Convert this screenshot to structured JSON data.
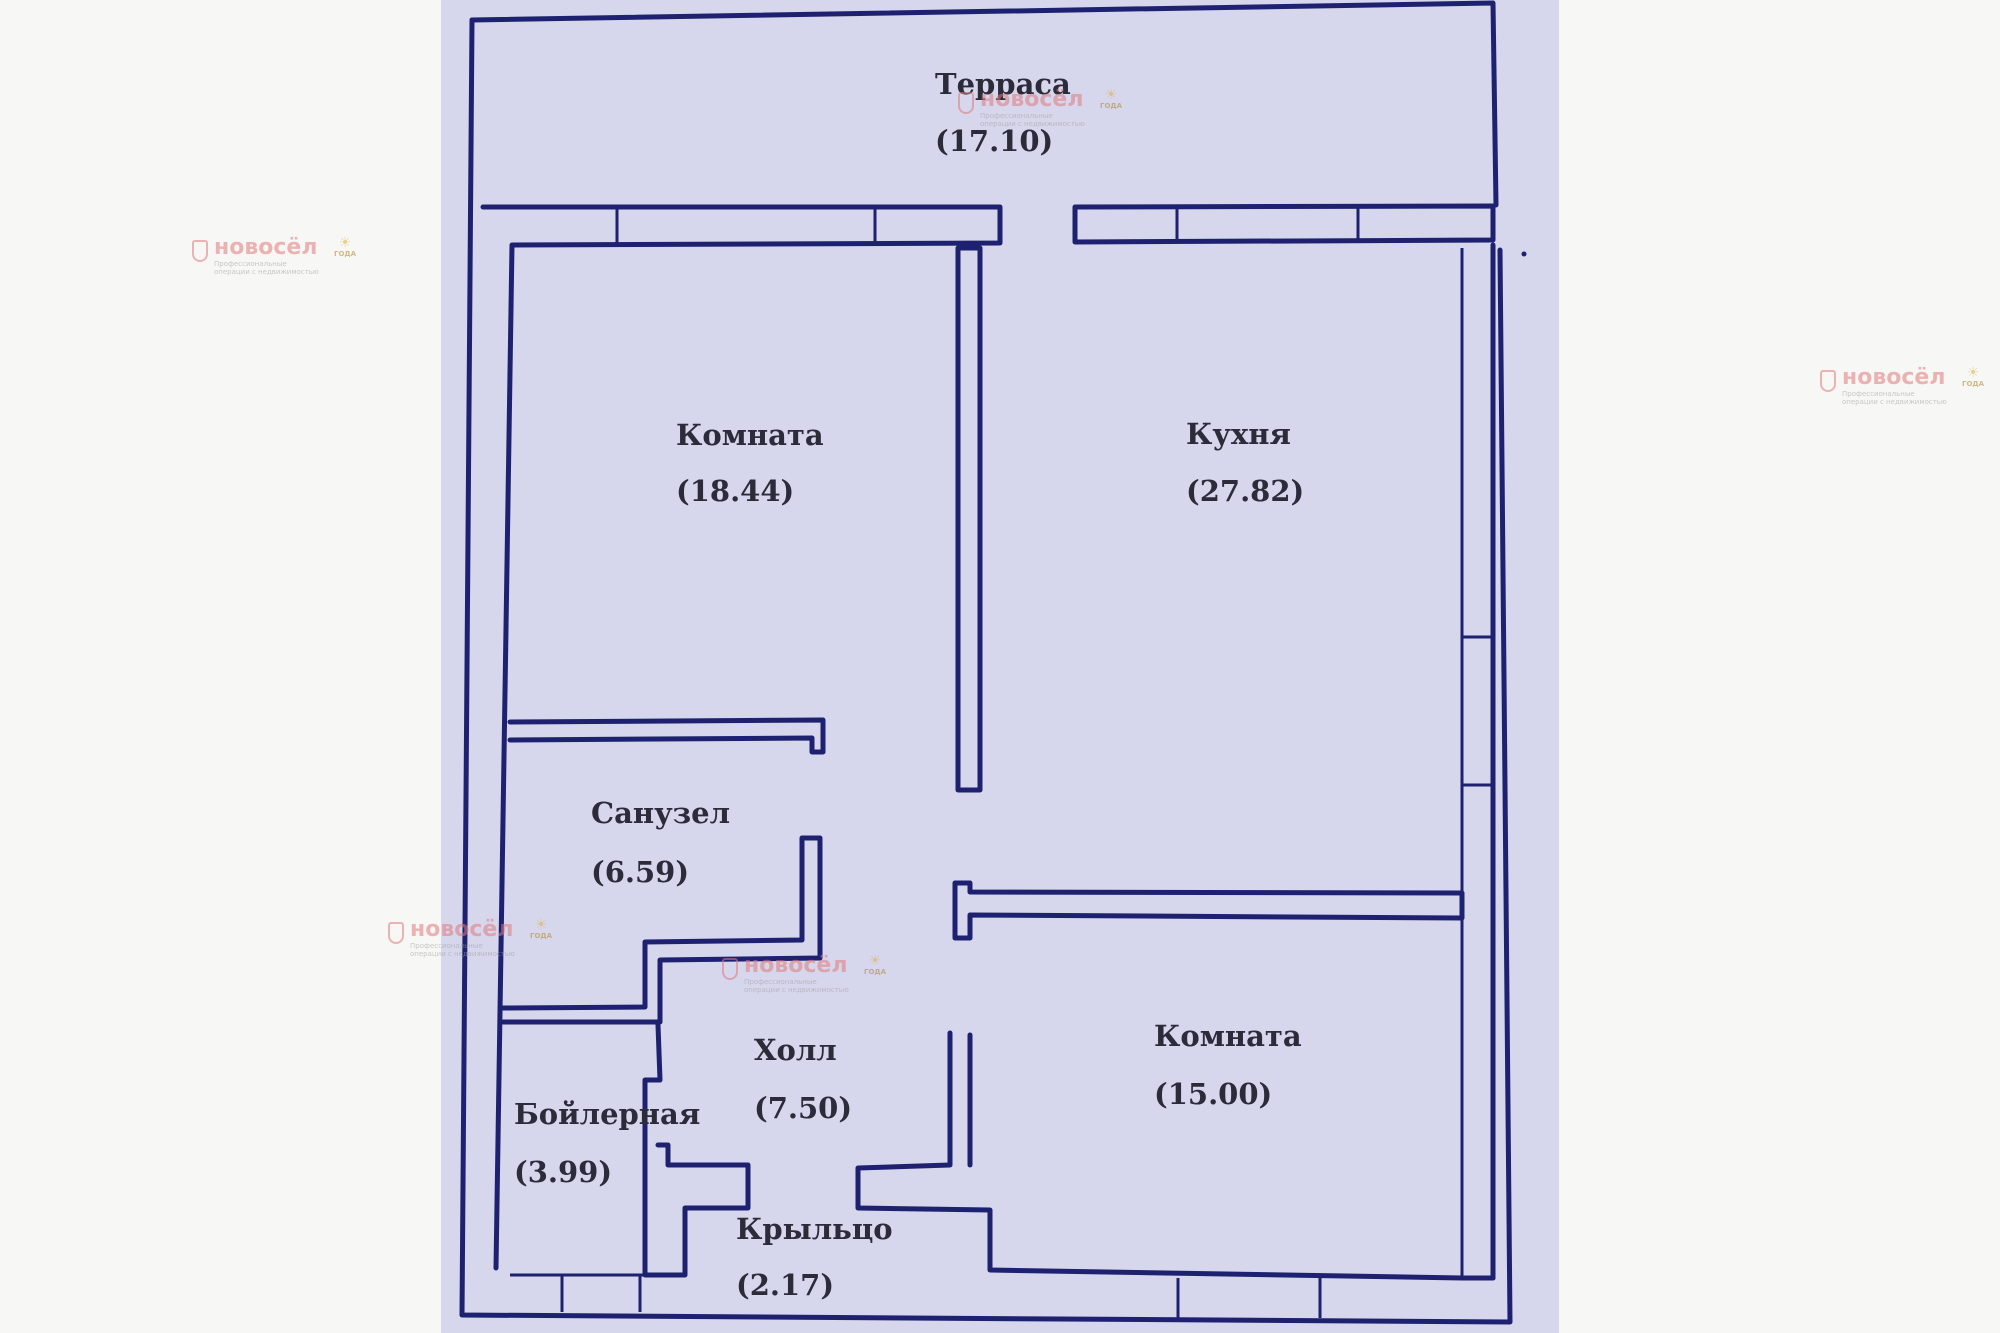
{
  "rooms": {
    "terrace": {
      "name": "Терраса",
      "area": "(17.10)"
    },
    "room1": {
      "name": "Комната",
      "area": "(18.44)"
    },
    "kitchen": {
      "name": "Кухня",
      "area": "(27.82)"
    },
    "bathroom": {
      "name": "Санузел",
      "area": "(6.59)"
    },
    "hall": {
      "name": "Холл",
      "area": "(7.50)"
    },
    "room2": {
      "name": "Комната",
      "area": "(15.00)"
    },
    "boiler": {
      "name": "Бойлерная",
      "area": "(3.99)"
    },
    "porch": {
      "name": "Крыльцо",
      "area": "(2.17)"
    }
  },
  "watermark": {
    "brand": "новосёл",
    "tagline": "Профессиональные операции с недвижимостью",
    "award": "ГОДА"
  },
  "colors": {
    "paper": "#d6d6ec",
    "ink": "#1e2170",
    "watermark_brand": "#e07a7a"
  }
}
